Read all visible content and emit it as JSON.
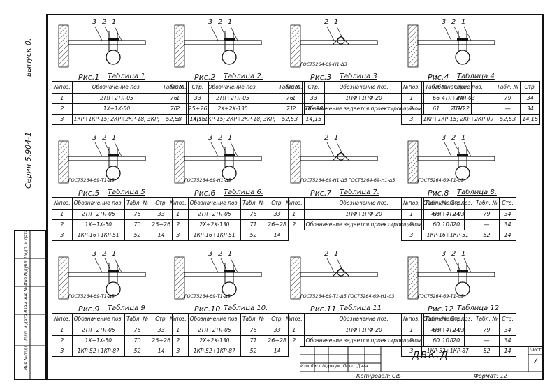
{
  "side": {
    "issue": "выпуск 0.",
    "series": "Серия 5.904-1",
    "stamp_labels": "Инв.№подл.  Подп. и дата  Взам.инв.№  Инв.№дубл.  Подп. и дата"
  },
  "headers": [
    "№поз.",
    "Обозначение поз.",
    "Табл. №",
    "Стр."
  ],
  "cells": [
    {
      "fig": "Рис.1",
      "tbl": "Таблица 1",
      "labels": [
        "3",
        "2",
        "1"
      ],
      "gost": "",
      "rows": [
        [
          "1",
          "2ТЯ÷2ТЯ-05",
          "76",
          "33"
        ],
        [
          "2",
          "1Х÷1Х-50",
          "70",
          "25÷26"
        ],
        [
          "3",
          "1КР÷1КР-15; 2КР÷2КР-18; 3КР;",
          "52,53",
          "14,15"
        ]
      ]
    },
    {
      "fig": "Рис.2",
      "tbl": "Таблица 2.",
      "labels": [
        "3",
        "2",
        "1"
      ],
      "gost": "",
      "rows": [
        [
          "1",
          "2ТЯ÷2ТЯ-05",
          "76",
          "33"
        ],
        [
          "2",
          "2Х÷2Х-130",
          "71",
          "26÷28"
        ],
        [
          "3",
          "1КР÷1КР-15; 2КР÷2КР-18; 3КР;",
          "52,53",
          "14,15"
        ]
      ]
    },
    {
      "fig": "Рис.3",
      "tbl": "Таблица 3",
      "labels": [
        "2",
        "1"
      ],
      "gost": "ГОСТ5264-69-Н1-Δ3",
      "rows": [
        [
          "1",
          "1ПФ÷1ПФ-20",
          "66",
          "24"
        ],
        [
          "2",
          "Обозначение задается проектировщиком",
          "61",
          "21÷22"
        ]
      ]
    },
    {
      "fig": "Рис.4",
      "tbl": "Таблица 4",
      "labels": [
        "3",
        "2",
        "1"
      ],
      "gost": "",
      "rows": [
        [
          "1",
          "4ТЯ÷4ТЯ-03",
          "79",
          "34"
        ],
        [
          "2",
          "1ПЛ",
          "—",
          "34"
        ],
        [
          "3",
          "1КР÷1КР-15; 2КР÷2КР-09",
          "52,53",
          "14,15"
        ]
      ]
    },
    {
      "fig": "Рис.5",
      "tbl": "Таблица 5",
      "labels": [
        "3",
        "2",
        "1"
      ],
      "gost": "ГОСТ5264-69-Т1-Δ5",
      "rows": [
        [
          "1",
          "2ТЯ÷2ТЯ-05",
          "76",
          "33"
        ],
        [
          "2",
          "1Х÷1Х-50",
          "70",
          "25÷26"
        ],
        [
          "3",
          "1КР-16÷1КР-51",
          "52",
          "14"
        ]
      ]
    },
    {
      "fig": "Рис.6",
      "tbl": "Таблица 6.",
      "labels": [
        "3",
        "2",
        "1"
      ],
      "gost": "ГОСТ5264-69-Н1-Δ5",
      "rows": [
        [
          "1",
          "2ТЯ÷2ТЯ-05",
          "76",
          "33"
        ],
        [
          "2",
          "2Х÷2Х-130",
          "71",
          "26÷28"
        ],
        [
          "3",
          "1КР-16÷1КР-51",
          "52",
          "14"
        ]
      ]
    },
    {
      "fig": "Рис.7",
      "tbl": "Таблица 7.",
      "labels": [
        "2",
        "1"
      ],
      "gost": "ГОСТ5264-69-Н1-Δ5  ГОСТ5264-69-Н1-Δ3",
      "rows": [
        [
          "1",
          "1ПФ÷1ПФ-20",
          "66",
          "24"
        ],
        [
          "2",
          "Обозначение задается проектировщиком",
          "60",
          "20"
        ]
      ]
    },
    {
      "fig": "Рис.8",
      "tbl": "Таблица 8.",
      "labels": [
        "3",
        "2",
        "1"
      ],
      "gost": "ГОСТ5264-69-Т1-Δ5",
      "rows": [
        [
          "1",
          "4ТЯ÷4ТЯ-03",
          "79",
          "34"
        ],
        [
          "2",
          "1ПЛ",
          "—",
          "34"
        ],
        [
          "3",
          "1КР-16÷1КР-51",
          "52",
          "14"
        ]
      ]
    },
    {
      "fig": "Рис.9",
      "tbl": "Таблица 9",
      "labels": [
        "3",
        "2",
        "1"
      ],
      "gost": "ГОСТ5264-69-Т1-Δ5",
      "rows": [
        [
          "1",
          "2ТЯ÷2ТЯ-05",
          "76",
          "33"
        ],
        [
          "2",
          "1Х÷1Х-50",
          "70",
          "25÷26"
        ],
        [
          "3",
          "1КР-52÷1КР-87",
          "52",
          "14"
        ]
      ]
    },
    {
      "fig": "Рис.10",
      "tbl": "Таблица 10.",
      "labels": [
        "3",
        "2",
        "1"
      ],
      "gost": "ГОСТ5264-69-Т1-Δ5",
      "rows": [
        [
          "1",
          "2ТЯ÷2ТЯ-05",
          "76",
          "33"
        ],
        [
          "2",
          "2Х÷2Х-130",
          "71",
          "26÷28"
        ],
        [
          "3",
          "1КР-52÷1КР-87",
          "52",
          "14"
        ]
      ]
    },
    {
      "fig": "Рис.11",
      "tbl": "Таблица 11",
      "labels": [
        "2",
        "1"
      ],
      "gost": "ГОСТ5264-69-Т1-Δ5  ГОСТ5264-69-Н1-Δ3",
      "rows": [
        [
          "1",
          "1ПФ÷1ПФ-20",
          "66",
          "24"
        ],
        [
          "2",
          "Обозначение задается проектировщиком",
          "60",
          "20"
        ]
      ]
    },
    {
      "fig": "Рис.12",
      "tbl": "Таблица 12",
      "labels": [
        "3",
        "2",
        "1"
      ],
      "gost": "ГОСТ5264-69-Т1-Δ5",
      "rows": [
        [
          "1",
          "4ТЯ÷4ТЯ-03",
          "79",
          "34"
        ],
        [
          "2",
          "1ПЛ",
          "—",
          "34"
        ],
        [
          "3",
          "1КР-52÷1КР-87",
          "52",
          "14"
        ]
      ]
    }
  ],
  "stamp": {
    "code": "ДВК.Д",
    "labels": "Изм.Лист №докум. Подп. Дата",
    "sheet_label": "Лист",
    "sheet_no": "7",
    "copied": "Копировал: Сф-",
    "format": "Формат: 12"
  }
}
